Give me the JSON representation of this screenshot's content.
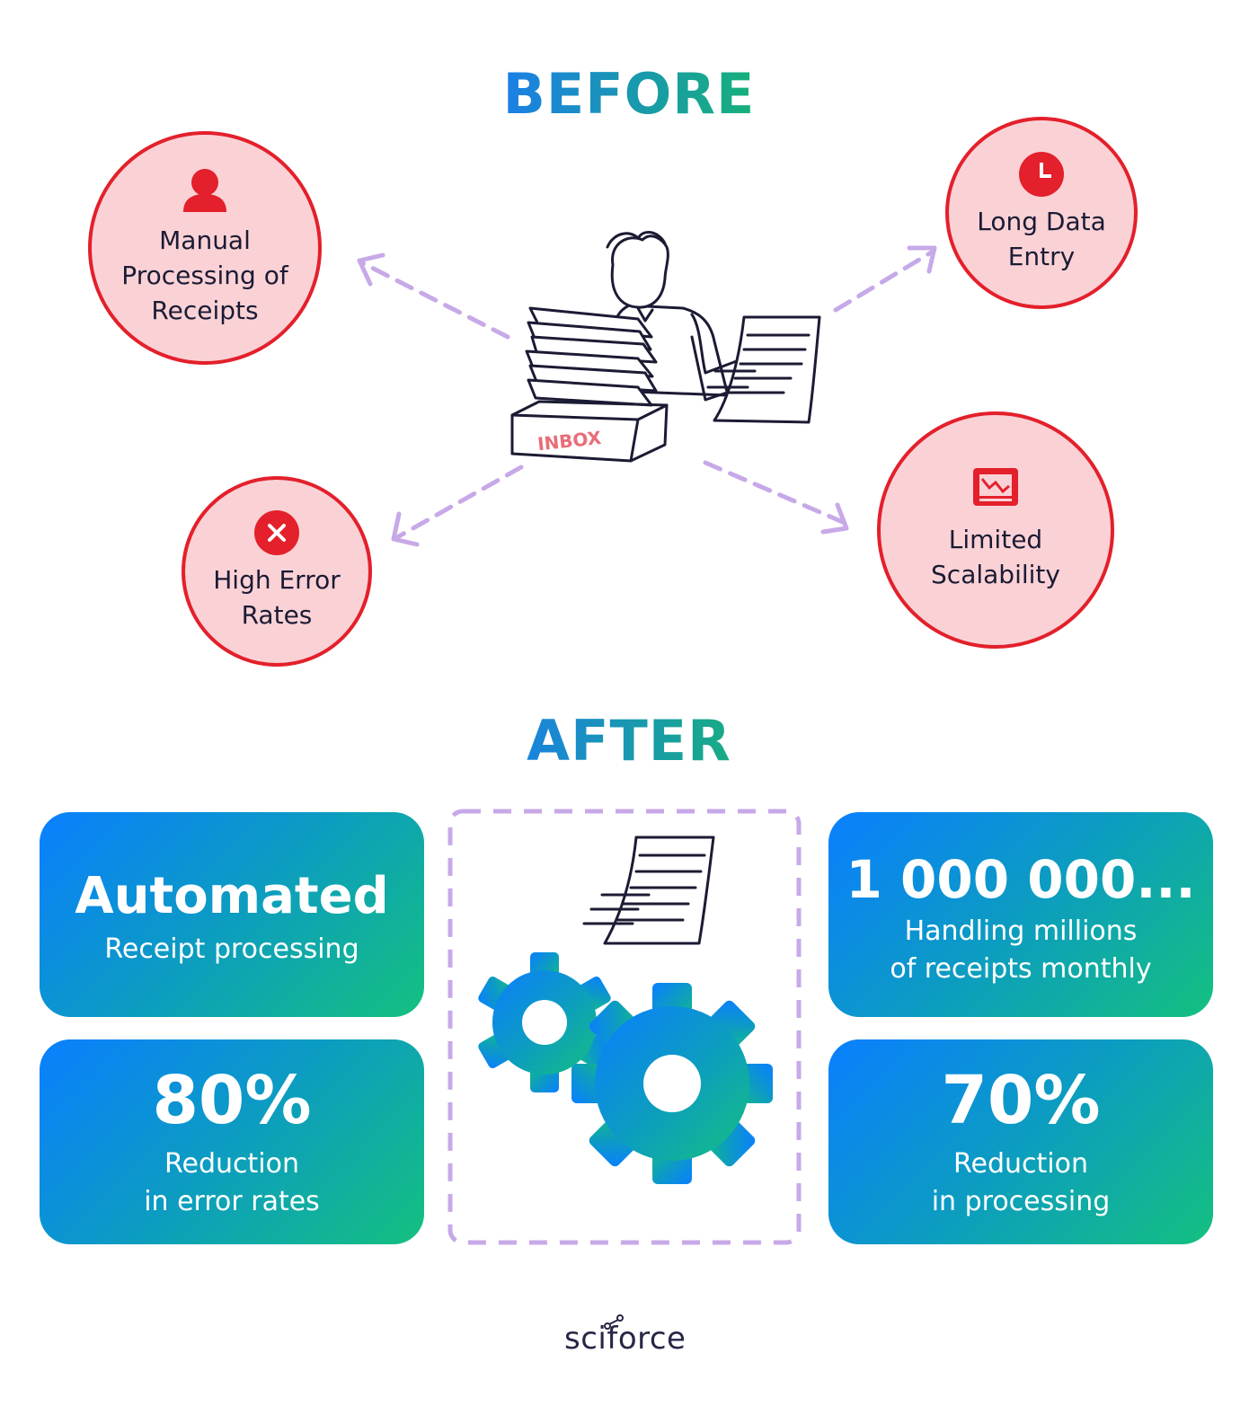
{
  "before": {
    "title": "BEFORE",
    "items": [
      {
        "label": "Manual\nProcessing of\nReceipts",
        "icon": "user-icon"
      },
      {
        "label": "Long Data\nEntry",
        "icon": "clock-icon"
      },
      {
        "label": "High Error\nRates",
        "icon": "error-x-icon"
      },
      {
        "label": "Limited\nScalability",
        "icon": "declining-chart-icon"
      }
    ],
    "illustration": {
      "box_text": "INBOX"
    }
  },
  "after": {
    "title": "AFTER",
    "cards": [
      {
        "big": "Automated",
        "small": "Receipt processing"
      },
      {
        "big": "1 000 000...",
        "small": "Handling millions\nof receipts monthly"
      },
      {
        "big": "80%",
        "small": "Reduction\nin error rates"
      },
      {
        "big": "70%",
        "small": "Reduction\nin processing"
      }
    ]
  },
  "footer": {
    "logo": "sciforce"
  },
  "colors": {
    "circle_fill": "#fad2d6",
    "circle_stroke": "#e3202b",
    "arrow": "#c7a9e8",
    "gradient_start": "#0a7fff",
    "gradient_end": "#14c07f"
  }
}
